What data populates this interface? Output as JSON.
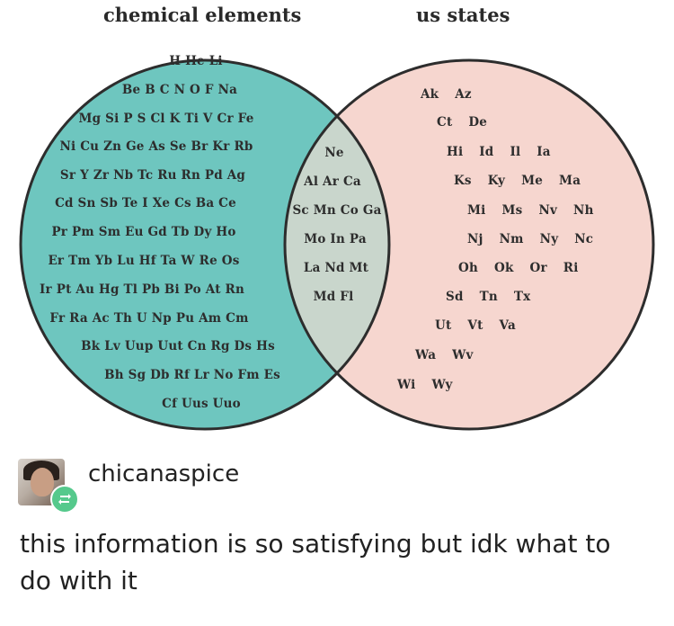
{
  "venn": {
    "left_title": "chemical elements",
    "right_title": "us states",
    "colors": {
      "left_fill": "#6ec6bf",
      "right_fill": "#f6d6cf",
      "overlap_fill": "#c9d6cc",
      "outline": "#2d2d2d"
    },
    "left_only": [
      "H He Li",
      "Be B C N O F Na",
      "Mg Si P S Cl K Ti V Cr Fe",
      "Ni Cu Zn Ge As Se Br Kr Rb",
      "Sr Y Zr Nb Tc Ru Rn Pd Ag",
      "Cd Sn Sb Te I Xe Cs Ba Ce",
      "Pr Pm Sm Eu Gd Tb Dy Ho",
      "Er Tm Yb Lu Hf Ta W Re Os",
      "Ir Pt Au Hg Tl Pb Bi Po At Rn",
      "Fr Ra Ac Th U Np Pu Am Cm",
      "Bk Lv Uup Uut Cn Rg Ds Hs",
      "Bh Sg Db Rf Lr No Fm Es",
      "Cf Uus Uuo"
    ],
    "overlap": [
      "Ne",
      "Al Ar Ca",
      "Sc Mn Co Ga",
      "Mo In Pa",
      "La Nd Mt",
      "Md Fl"
    ],
    "right_only": [
      [
        "Ak",
        "Az"
      ],
      [
        "Ct",
        "De"
      ],
      [
        "Hi",
        "Id",
        "Il",
        "Ia"
      ],
      [
        "Ks",
        "Ky",
        "Me",
        "Ma"
      ],
      [
        "Mi",
        "Ms",
        "Nv",
        "Nh"
      ],
      [
        "Nj",
        "Nm",
        "Ny",
        "Nc"
      ],
      [
        "Oh",
        "Ok",
        "Or",
        "Ri"
      ],
      [
        "Sd",
        "Tn",
        "Tx"
      ],
      [
        "Ut",
        "Vt",
        "Va"
      ],
      [
        "Wa",
        "Wv"
      ],
      [
        "Wi",
        "Wy"
      ]
    ]
  },
  "post": {
    "username": "chicanaspice",
    "text": "this information is so satisfying but idk what to do with it",
    "avatar_icon": "user-avatar",
    "badge_icon": "reblog-icon"
  }
}
